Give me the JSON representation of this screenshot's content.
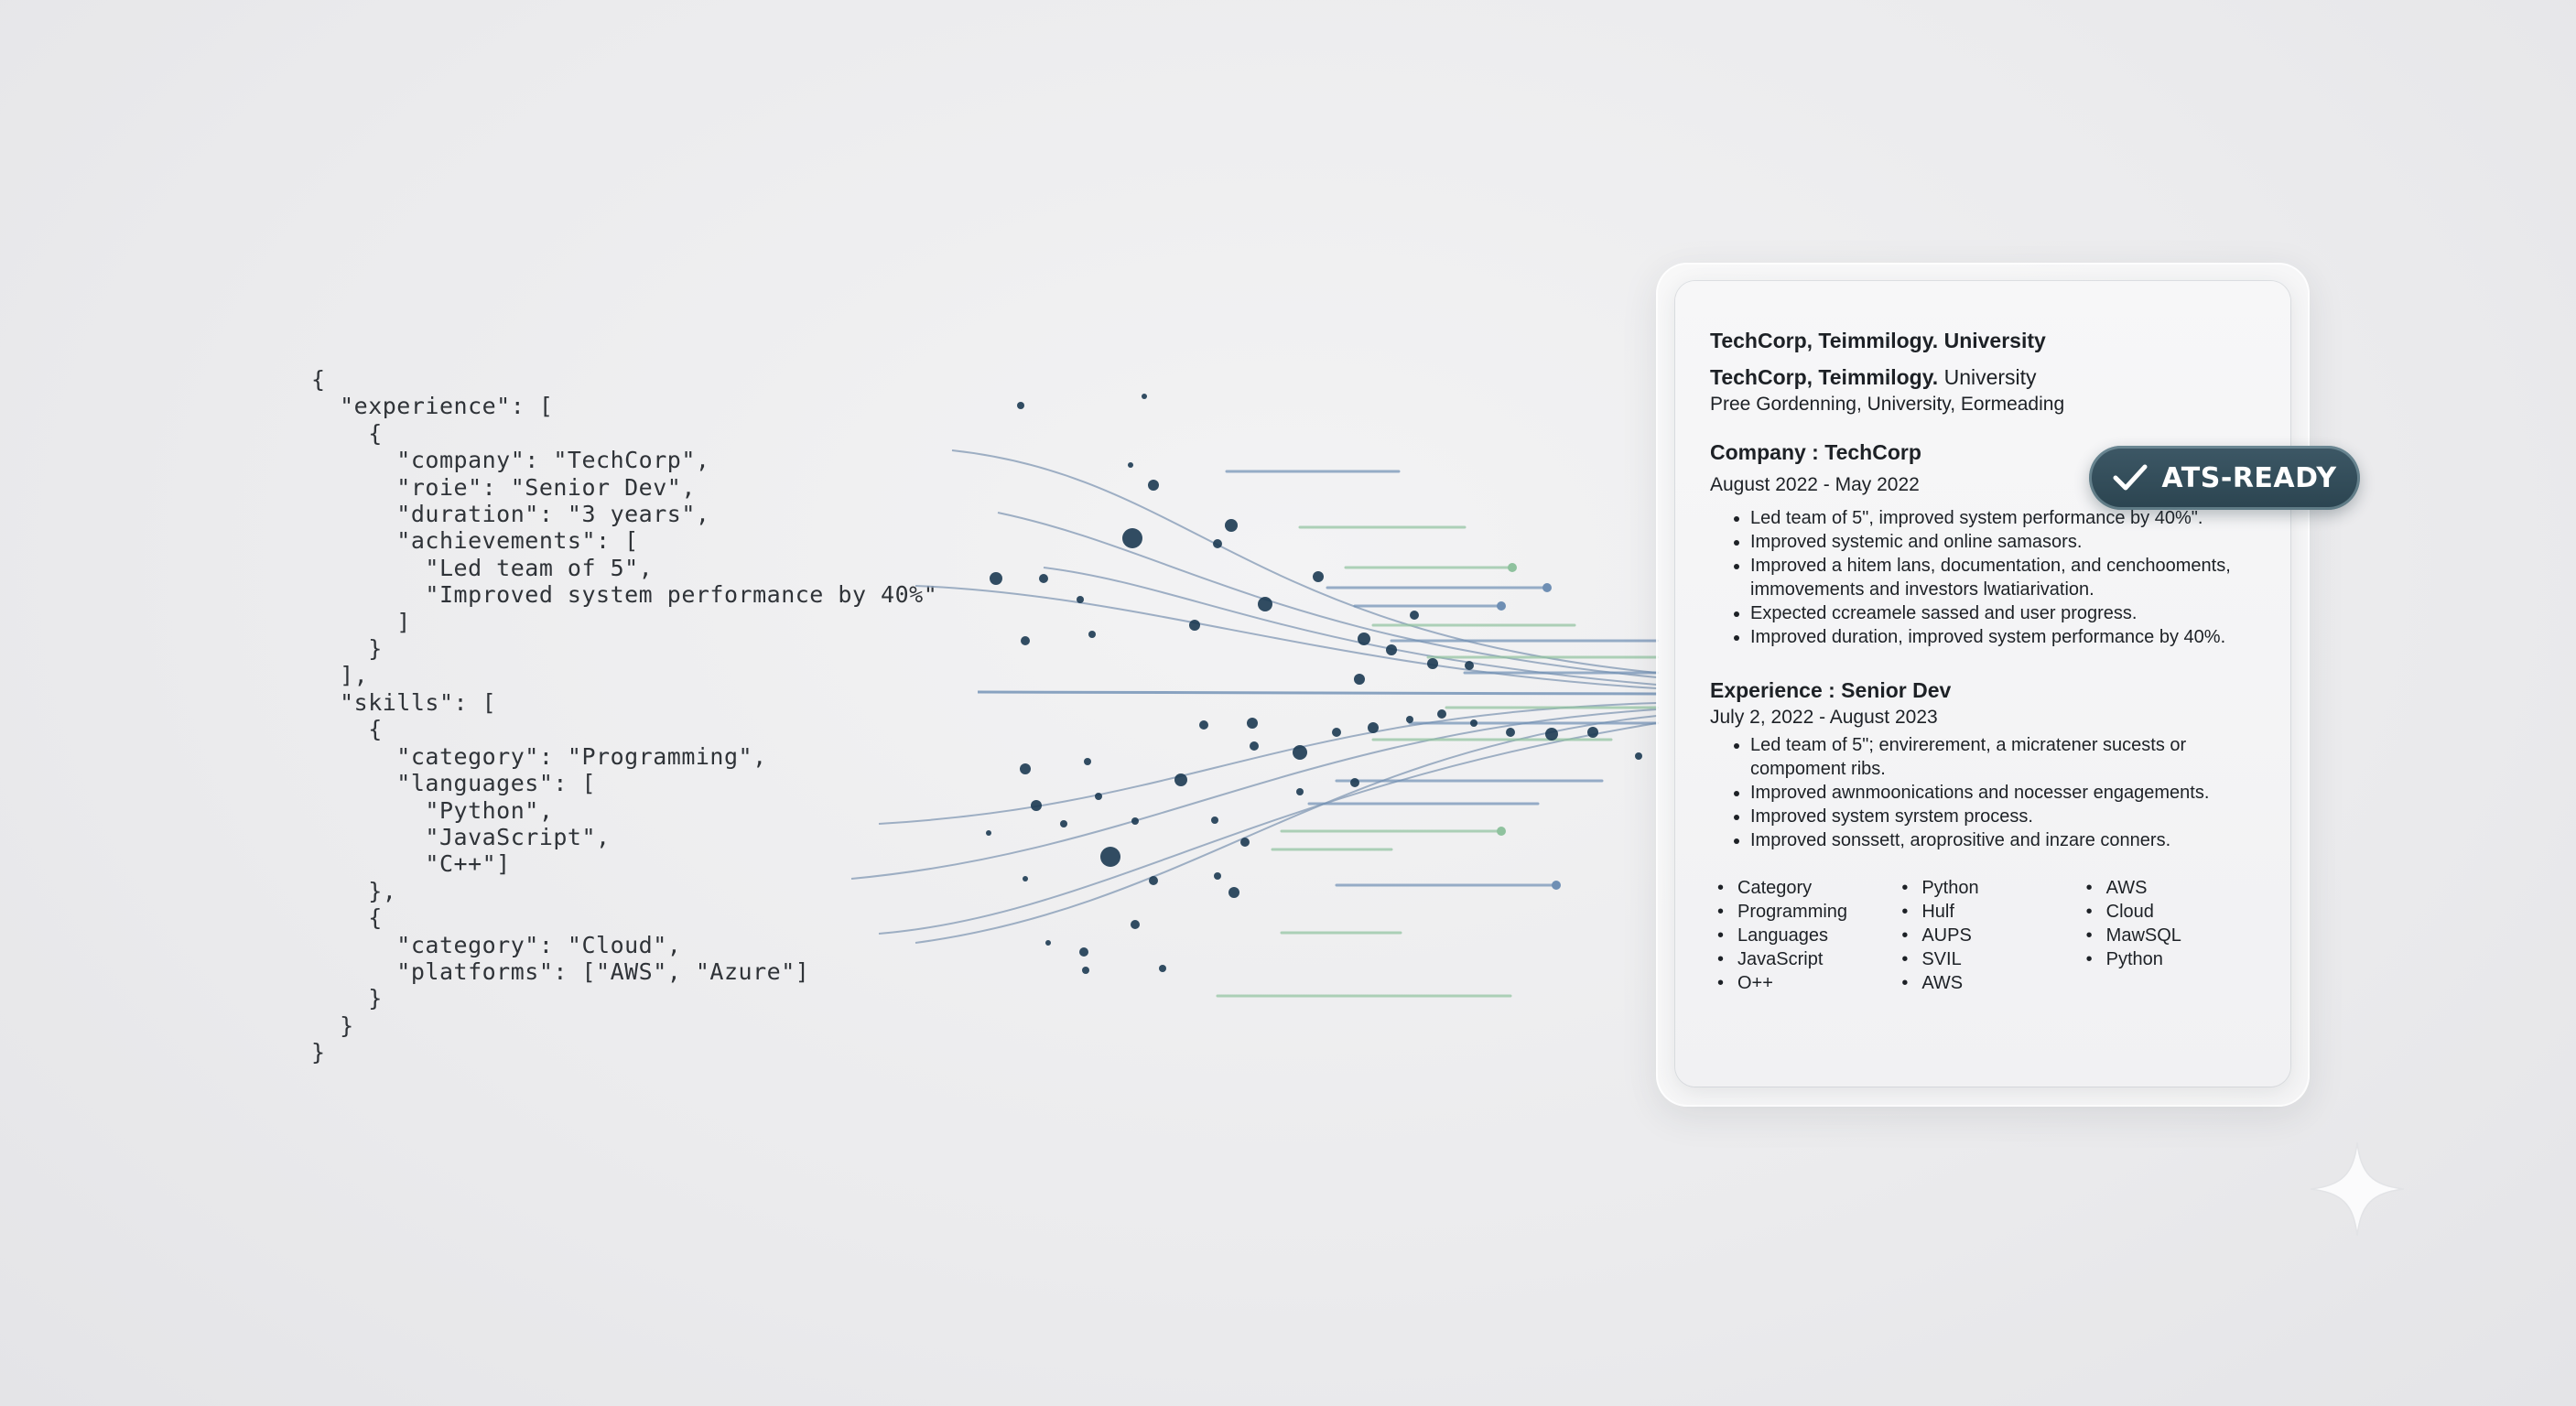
{
  "code": {
    "lines": [
      "{",
      "  \"experience\": [",
      "    {",
      "      \"company\": \"TechCorp\",",
      "      \"roie\": \"Senior Dev\",",
      "      \"duration\": \"3 years\",",
      "      \"achievements\": [",
      "        \"Led team of 5\",",
      "        \"Improved system performance by 40%\"",
      "      ]",
      "    }",
      "  ],",
      "  \"skills\": [",
      "    {",
      "      \"category\": \"Programming\",",
      "      \"languages\": [",
      "        \"Python\",",
      "        \"JavaScript\",",
      "        \"C++\"]",
      "    },",
      "    {",
      "      \"category\": \"Cloud\",",
      "      \"platforms\": [\"AWS\", \"Azure\"]",
      "    }",
      "  }",
      "}"
    ]
  },
  "resume": {
    "header_title": "TechCorp, Teimmilogy. University",
    "header_sub_bold": "TechCorp, Teimmilogy.",
    "header_sub_rest": " University",
    "header_line": "Pree Gordenning, University, Eormeading",
    "section1": {
      "title": "Company : TechCorp",
      "dates": "August 2022 - May 2022",
      "bullets": [
        "Led team of 5\", improved system performance by 40%\".",
        "Improved systemic and online samasors.",
        "Improved a hitem lans, documentation, and cenchooments, immovements and investors lwatiarivation.",
        "Expected ccreamele sassed and user progress.",
        "Improved duration, improved system performance by 40%."
      ]
    },
    "section2": {
      "title": "Experience : Senior Dev",
      "dates": "July 2, 2022 - August 2023",
      "bullets": [
        "Led team of 5\"; envirerement, a micratener sucests or compoment ribs.",
        "Improved awnmoonications and nocesser engagements.",
        "Improved system syrstem process.",
        "Improved sonssett, aroprositive and inzare conners."
      ]
    },
    "skills_columns": [
      [
        "Category",
        "Programming",
        "Languages",
        "JavaScript",
        "O++"
      ],
      [
        "Python",
        "Hulf",
        "AUPS",
        "SVIL",
        "AWS"
      ],
      [
        "AWS",
        "Cloud",
        "MawSQL",
        "Python"
      ]
    ]
  },
  "badge": {
    "label": "ATS-READY",
    "icon": "checkmark-icon",
    "color": "#2f4a57"
  },
  "colors": {
    "dot": "#1c3a52",
    "curve": "#8ea2bb",
    "green_line": "#8fc29e",
    "blue_line": "#6f8fb4"
  }
}
